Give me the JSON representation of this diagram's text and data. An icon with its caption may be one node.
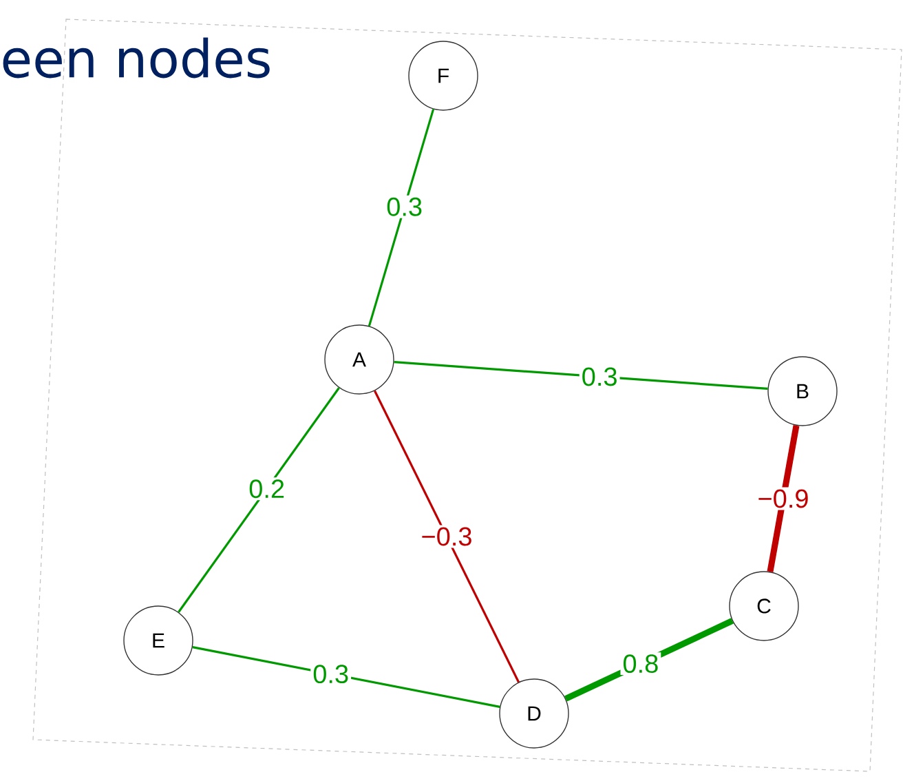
{
  "diagram": {
    "title": "een nodes",
    "nodes": [
      {
        "text": [
          "F"
        ]
      },
      {
        "text": [
          "A"
        ]
      },
      {
        "text": [
          "B"
        ]
      },
      {
        "text": [
          "C"
        ]
      },
      {
        "text": [
          "D"
        ]
      },
      {
        "text": [
          "E"
        ]
      }
    ],
    "edges": [
      {
        "from": 0,
        "to": 1,
        "arrow": "none",
        "label": "0.3"
      },
      {
        "from": 1,
        "to": 2,
        "arrow": "none",
        "label": "0.3"
      },
      {
        "from": 1,
        "to": 5,
        "arrow": "none",
        "label": "0.2"
      },
      {
        "from": 1,
        "to": 4,
        "arrow": "none",
        "label": "−0.3",
        "color": "#c00000"
      },
      {
        "from": 2,
        "to": 3,
        "arrow": "none",
        "label": "−0.9",
        "color": "#c00000",
        "style": "thick"
      },
      {
        "from": 5,
        "to": 4,
        "arrow": "none",
        "label": "0.3"
      },
      {
        "from": 4,
        "to": 3,
        "arrow": "none",
        "label": "0.8",
        "style": "thick"
      }
    ]
  }
}
